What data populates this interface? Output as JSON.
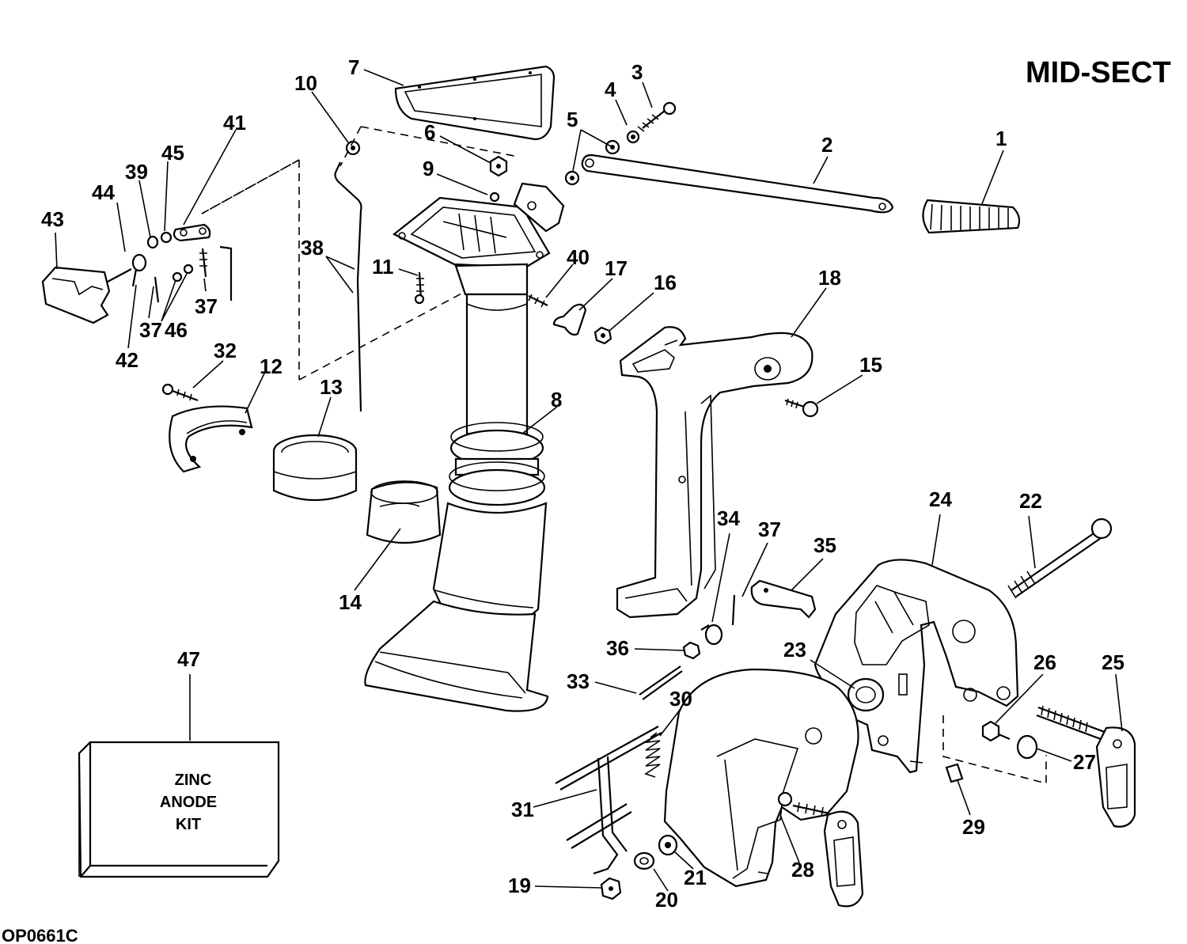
{
  "title": "MID-SECT",
  "figure_code": "OP0661C",
  "zinc_kit": {
    "line1": "ZINC",
    "line2": "ANODE",
    "line3": "KIT"
  },
  "part_numbers": [
    "1",
    "2",
    "3",
    "4",
    "5",
    "6",
    "7",
    "8",
    "9",
    "10",
    "11",
    "12",
    "13",
    "14",
    "15",
    "16",
    "17",
    "18",
    "19",
    "20",
    "21",
    "22",
    "23",
    "24",
    "25",
    "26",
    "27",
    "28",
    "29",
    "30",
    "31",
    "32",
    "33",
    "34",
    "35",
    "36",
    "37",
    "38",
    "39",
    "40",
    "41",
    "42",
    "43",
    "44",
    "45",
    "46",
    "47"
  ],
  "colors": {
    "ink": "#000000",
    "paper": "#ffffff"
  }
}
